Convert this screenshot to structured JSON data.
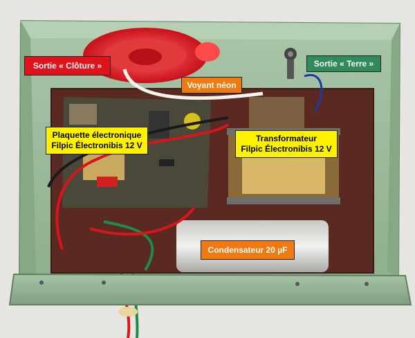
{
  "labels": {
    "sortie_cloture": "Sortie « Clôture »",
    "voyant_neon": "Voyant néon",
    "sortie_terre": "Sortie « Terre »",
    "plaquette_line1": "Plaquette électronique",
    "plaquette_line2": "Filpic Électronibis 12 V",
    "transfo_line1": "Transformateur",
    "transfo_line2": "Filpic Électronibis 12 V",
    "condensateur": "Condensateur 20 µF"
  },
  "colors": {
    "red_label": "#e0121c",
    "orange_label": "#f07a12",
    "green_label": "#2f8a5c",
    "yellow_label": "#fff200",
    "enclosure_green": "#9fbfa0",
    "board_brown": "#5a2a22"
  }
}
